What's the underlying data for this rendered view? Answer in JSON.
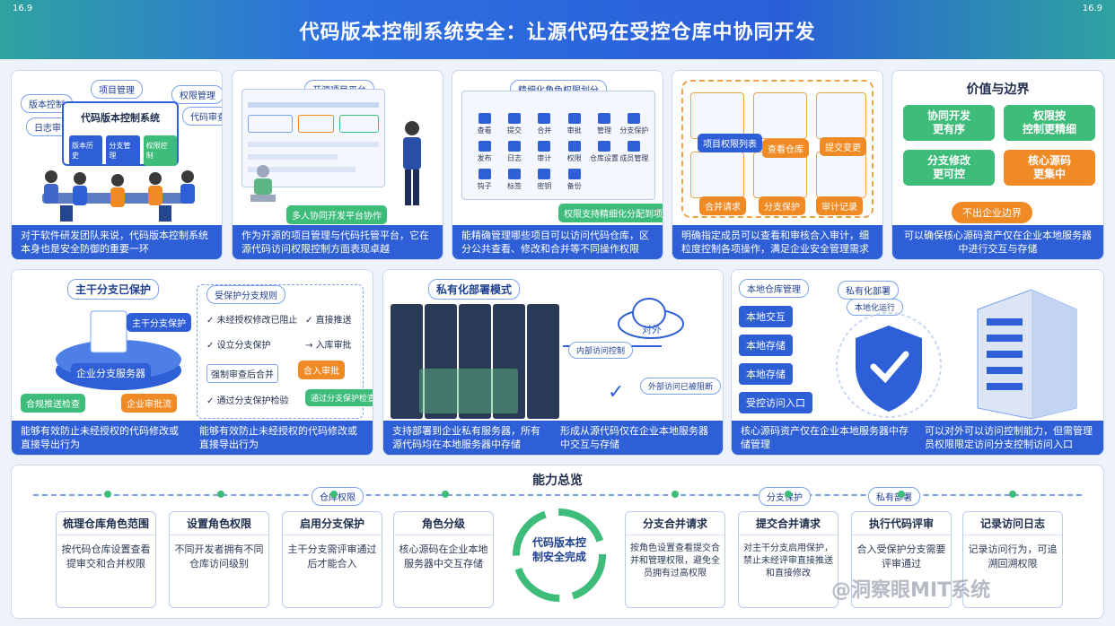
{
  "header": {
    "title": "代码版本控制系统安全：让源代码在受控仓库中协同开发",
    "corner_left": "16.9",
    "corner_right": "16.9"
  },
  "panel1": {
    "labels": [
      "项目管理",
      "权限管理",
      "代码审查",
      "版本控制",
      "日志审计"
    ],
    "board": {
      "title": "代码版本控制系统",
      "chips": [
        "版本历史",
        "分支管理",
        "权限控制"
      ]
    },
    "caption": "对于软件研发团队来说，代码版本控制系统本身也是安全防御的重要一环"
  },
  "panel2": {
    "label": "开源项目平台",
    "caption_tag": "多人协同开发平台协作",
    "caption": "作为开源的项目管理与代码托管平台，它在源代码访问权限控制方面表现卓越"
  },
  "panel3": {
    "label": "精细化角色权限划分",
    "cells": [
      "查看",
      "提交",
      "合并",
      "审批",
      "管理",
      "分支保护",
      "发布",
      "日志",
      "审计",
      "权限",
      "仓库设置",
      "成员管理",
      "钩子",
      "标签",
      "密钥",
      "备份"
    ],
    "tag": "权限支持精细化分配到项目",
    "caption": "能精确管理哪些项目可以访问代码仓库，区分公共查看、修改和合并等不同操作权限"
  },
  "panel4": {
    "labels": [
      "项目权限列表",
      "查看仓库",
      "提交变更",
      "合并请求",
      "分支保护",
      "审计记录"
    ],
    "caption": "明确指定成员可以查看和审核合入审计，细粒度控制各项操作，满足企业安全管理需求"
  },
  "panel5": {
    "title": "价值与边界",
    "buttons": [
      "协同开发\n更有序",
      "权限按\n控制更精细",
      "分支修改\n更可控",
      "核心源码\n更集中"
    ],
    "tag": "不出企业边界",
    "caption": "可以确保核心源码资产仅在企业本地服务器中进行交互与存储"
  },
  "panel6": {
    "title": "主干分支已保护",
    "server": "企业分支服务器",
    "checks": [
      "未经授权修改已阻止",
      "直接推送",
      "设立分支保护",
      "入库审批",
      "强制审查后合并",
      "合入审批",
      "通过分支保护检验"
    ],
    "tags": [
      "主干分支保护",
      "合规推送检查",
      "企业审批流"
    ],
    "form_title": "受保护分支规则",
    "btn": "合入审批",
    "badge": "通过分支保护检查",
    "caption_left": "能够有效防止未经授权的代码修改或直接导出行为",
    "caption_right": "能够有效防止未经授权的代码修改或直接导出行为"
  },
  "panel7": {
    "title": "私有化部署模式",
    "cloud": "对外",
    "line_label": "内部访问控制",
    "note": "外部访问已被阻断",
    "caption_left": "支持部署到企业私有服务器，所有源代码均在本地服务器中存储",
    "caption_right": "形成从源代码仅在企业本地服务器中交互与存储"
  },
  "panel8": {
    "labels": [
      "本地仓库管理",
      "本地交互",
      "本地存储",
      "本地存储",
      "受控访问入口"
    ],
    "header": "私有化部署",
    "sub": "本地化运行",
    "caption_left": "核心源码资产仅在企业本地服务器中存储管理",
    "caption_right": "可以对外可以访问控制能力，但需管理员权限限定访问分支控制访问入口"
  },
  "overview": {
    "title": "能力总览",
    "top_tags": [
      "仓库权限",
      "分支保护",
      "私有部署"
    ],
    "center": "代码版本控\n制安全完成",
    "steps": [
      {
        "title": "梳理仓库角色范围",
        "body": "按代码仓库设置查看提审交和合并权限"
      },
      {
        "title": "设置角色权限",
        "body": "不同开发者拥有不同仓库访问级别"
      },
      {
        "title": "启用分支保护",
        "body": "主干分支需评审通过后才能合入"
      },
      {
        "title": "角色分级",
        "body": "核心源码在企业本地服务器中交互存储"
      },
      {
        "title": "分支合并请求",
        "body": "按角色设置查看提交合并和管理权限，避免全员拥有过高权限"
      },
      {
        "title": "提交合并请求",
        "body": "对主干分支启用保护，禁止未经评审直接推送和直接修改"
      },
      {
        "title": "执行代码评审",
        "body": "合入受保护分支需要评审通过"
      },
      {
        "title": "记录访问日志",
        "body": "记录访问行为，可追溯回溯权限"
      }
    ]
  },
  "watermark": "@洞察眼MIT系统",
  "colors": {
    "primary": "#2f5fd6",
    "green": "#3ebc7a",
    "orange": "#f08a24"
  }
}
